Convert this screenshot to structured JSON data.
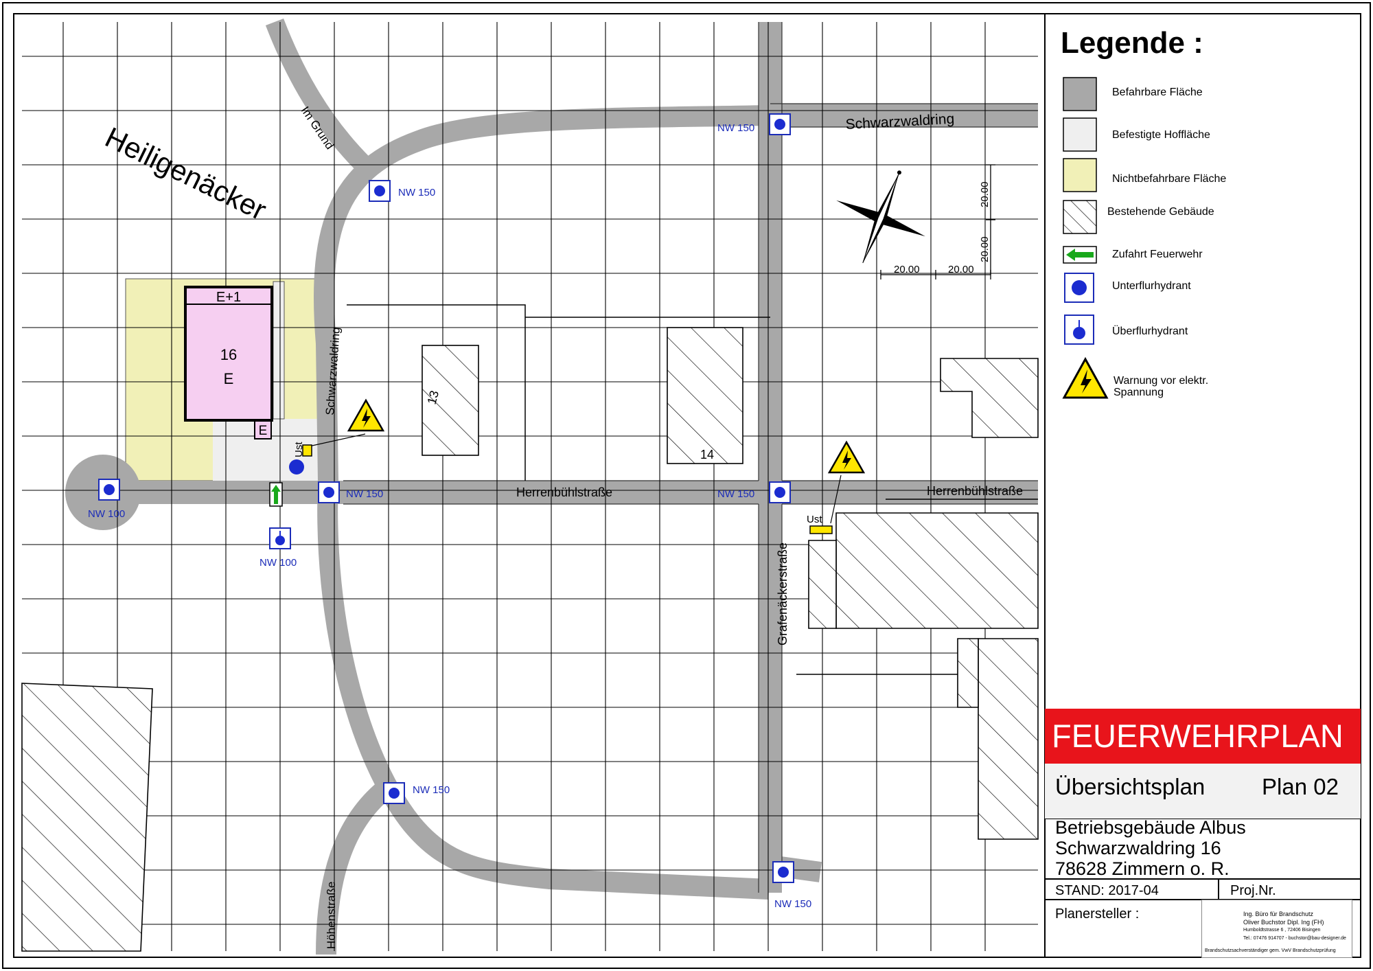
{
  "legend": {
    "title": "Legende :",
    "items": [
      {
        "label": "Befahrbare Fläche",
        "swatch": "#a8a8a8"
      },
      {
        "label": "Befestigte Hoffläche",
        "swatch": "#efefef"
      },
      {
        "label": "Nichtbefahrbare Fläche",
        "swatch": "#f1f0b7"
      },
      {
        "label": "Bestehende Gebäude",
        "swatch": "hatch"
      },
      {
        "label": "Zufahrt Feuerwehr",
        "swatch": "arrow-green"
      },
      {
        "label": "Unterflurhydrant",
        "swatch": "hydrant-under"
      },
      {
        "label": "Überflurhydrant",
        "swatch": "hydrant-over"
      },
      {
        "label": "Warnung vor elektr.",
        "label2": "Spannung",
        "swatch": "warning"
      }
    ]
  },
  "title_block": {
    "banner": "FEUERWEHRPLAN",
    "subtitle": "Übersichtsplan",
    "plan_no": "Plan 02",
    "address1": "Betriebsgebäude Albus",
    "address2": "Schwarzwaldring 16",
    "address3": "78628 Zimmern o. R.",
    "stand": "STAND: 2017-04",
    "proj": "Proj.Nr.",
    "planersteller": "Planersteller :",
    "logo_line1": "Ing. Büro für Brandschutz",
    "logo_line2": "Oliver Buchstor Dipl. Ing (FH)",
    "logo_line3": "Humboldtstrasse 6 , 72406 Bisingen",
    "logo_line4": "Tel.: 07476 914707 - buchstor@bau-designer.de",
    "logo_foot": "Brandschutzsachverständiger gem. VwV Brandschutzprüfung"
  },
  "map": {
    "area_label": "Heiligenäcker",
    "streets": {
      "im_grund": "Im Grund",
      "schwarzwaldring_top": "Schwarzwaldring",
      "schwarzwaldring_vert": "Schwarzwaldring",
      "herrenbuehl1": "Herrenbühlstraße",
      "herrenbuehl2": "Herrenbühlstraße",
      "grafenaecker": "Grafenäckerstraße",
      "hoehen": "Höhenstraße"
    },
    "building_main": {
      "top": "E+1",
      "number": "16",
      "floor": "E",
      "entrance": "E"
    },
    "building_13": "13",
    "building_14": "14",
    "ust1": "Ust",
    "ust2": "Ust",
    "hydrants": {
      "h1": "NW 150",
      "h2": "NW 150",
      "h3": "NW 100",
      "h4": "NW 100",
      "h5": "NW 150",
      "h6": "NW 150",
      "h7": "NW 150",
      "h8": "NW 150"
    },
    "scale": {
      "x1": "20.00",
      "x2": "20.00",
      "y1": "20.00",
      "y2": "20.00"
    }
  }
}
